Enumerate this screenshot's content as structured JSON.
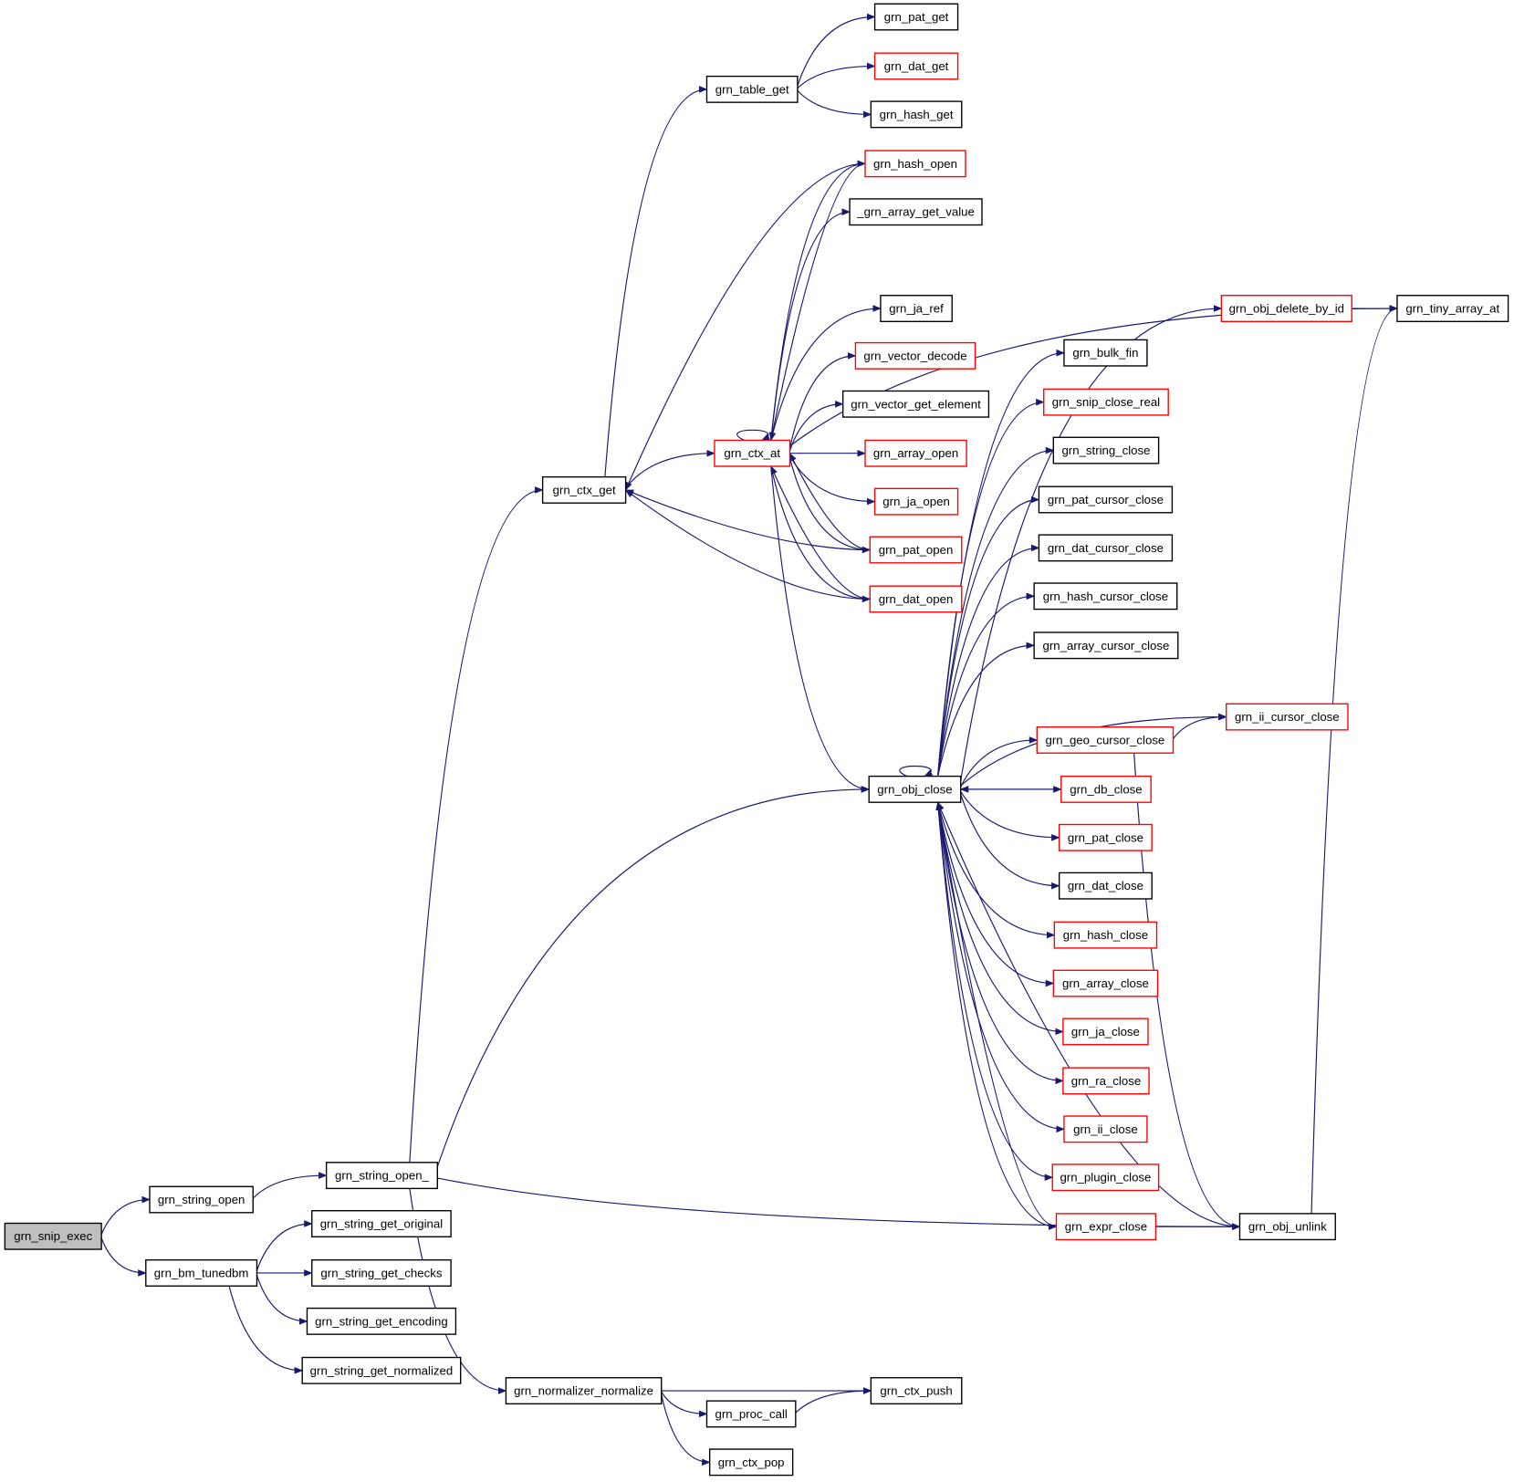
{
  "colors": {
    "edge": "#191970",
    "border_default": "#000000",
    "border_truncated": "#ff0000",
    "root_fill": "#bfbfbf",
    "node_fill": "#ffffff"
  },
  "nodes": [
    {
      "id": "grn_snip_exec",
      "label": "grn_snip_exec",
      "style": "root"
    },
    {
      "id": "grn_string_open",
      "label": "grn_string_open",
      "style": "normal"
    },
    {
      "id": "grn_bm_tunedbm",
      "label": "grn_bm_tunedbm",
      "style": "normal"
    },
    {
      "id": "grn_string_open_",
      "label": "grn_string_open_",
      "style": "normal"
    },
    {
      "id": "grn_string_get_original",
      "label": "grn_string_get_original",
      "style": "normal"
    },
    {
      "id": "grn_string_get_checks",
      "label": "grn_string_get_checks",
      "style": "normal"
    },
    {
      "id": "grn_string_get_encoding",
      "label": "grn_string_get_encoding",
      "style": "normal"
    },
    {
      "id": "grn_string_get_normalized",
      "label": "grn_string_get_normalized",
      "style": "normal"
    },
    {
      "id": "grn_normalizer_normalize",
      "label": "grn_normalizer_normalize",
      "style": "normal"
    },
    {
      "id": "grn_proc_call",
      "label": "grn_proc_call",
      "style": "normal"
    },
    {
      "id": "grn_ctx_pop",
      "label": "grn_ctx_pop",
      "style": "normal"
    },
    {
      "id": "grn_ctx_push",
      "label": "grn_ctx_push",
      "style": "normal"
    },
    {
      "id": "grn_ctx_get",
      "label": "grn_ctx_get",
      "style": "normal"
    },
    {
      "id": "grn_table_get",
      "label": "grn_table_get",
      "style": "normal"
    },
    {
      "id": "grn_pat_get",
      "label": "grn_pat_get",
      "style": "normal"
    },
    {
      "id": "grn_dat_get",
      "label": "grn_dat_get",
      "style": "truncated"
    },
    {
      "id": "grn_hash_get",
      "label": "grn_hash_get",
      "style": "normal"
    },
    {
      "id": "grn_hash_open",
      "label": "grn_hash_open",
      "style": "truncated"
    },
    {
      "id": "_grn_array_get_value",
      "label": "_grn_array_get_value",
      "style": "normal"
    },
    {
      "id": "grn_ja_ref",
      "label": "grn_ja_ref",
      "style": "normal"
    },
    {
      "id": "grn_vector_decode",
      "label": "grn_vector_decode",
      "style": "truncated"
    },
    {
      "id": "grn_vector_get_element",
      "label": "grn_vector_get_element",
      "style": "normal"
    },
    {
      "id": "grn_ctx_at",
      "label": "grn_ctx_at",
      "style": "truncated"
    },
    {
      "id": "grn_array_open",
      "label": "grn_array_open",
      "style": "truncated"
    },
    {
      "id": "grn_ja_open",
      "label": "grn_ja_open",
      "style": "truncated"
    },
    {
      "id": "grn_pat_open",
      "label": "grn_pat_open",
      "style": "truncated"
    },
    {
      "id": "grn_dat_open",
      "label": "grn_dat_open",
      "style": "truncated"
    },
    {
      "id": "grn_obj_close",
      "label": "grn_obj_close",
      "style": "normal"
    },
    {
      "id": "grn_obj_delete_by_id",
      "label": "grn_obj_delete_by_id",
      "style": "truncated"
    },
    {
      "id": "grn_tiny_array_at",
      "label": "grn_tiny_array_at",
      "style": "normal"
    },
    {
      "id": "grn_bulk_fin",
      "label": "grn_bulk_fin",
      "style": "normal"
    },
    {
      "id": "grn_snip_close_real",
      "label": "grn_snip_close_real",
      "style": "truncated"
    },
    {
      "id": "grn_string_close",
      "label": "grn_string_close",
      "style": "normal"
    },
    {
      "id": "grn_pat_cursor_close",
      "label": "grn_pat_cursor_close",
      "style": "normal"
    },
    {
      "id": "grn_dat_cursor_close",
      "label": "grn_dat_cursor_close",
      "style": "normal"
    },
    {
      "id": "grn_hash_cursor_close",
      "label": "grn_hash_cursor_close",
      "style": "normal"
    },
    {
      "id": "grn_array_cursor_close",
      "label": "grn_array_cursor_close",
      "style": "normal"
    },
    {
      "id": "grn_ii_cursor_close",
      "label": "grn_ii_cursor_close",
      "style": "truncated"
    },
    {
      "id": "grn_geo_cursor_close",
      "label": "grn_geo_cursor_close",
      "style": "truncated"
    },
    {
      "id": "grn_db_close",
      "label": "grn_db_close",
      "style": "truncated"
    },
    {
      "id": "grn_pat_close",
      "label": "grn_pat_close",
      "style": "truncated"
    },
    {
      "id": "grn_dat_close",
      "label": "grn_dat_close",
      "style": "normal"
    },
    {
      "id": "grn_hash_close",
      "label": "grn_hash_close",
      "style": "truncated"
    },
    {
      "id": "grn_array_close",
      "label": "grn_array_close",
      "style": "truncated"
    },
    {
      "id": "grn_ja_close",
      "label": "grn_ja_close",
      "style": "truncated"
    },
    {
      "id": "grn_ra_close",
      "label": "grn_ra_close",
      "style": "truncated"
    },
    {
      "id": "grn_ii_close",
      "label": "grn_ii_close",
      "style": "truncated"
    },
    {
      "id": "grn_plugin_close",
      "label": "grn_plugin_close",
      "style": "truncated"
    },
    {
      "id": "grn_expr_close",
      "label": "grn_expr_close",
      "style": "truncated"
    },
    {
      "id": "grn_obj_unlink",
      "label": "grn_obj_unlink",
      "style": "normal"
    }
  ],
  "edges": [
    [
      "grn_snip_exec",
      "grn_string_open"
    ],
    [
      "grn_snip_exec",
      "grn_bm_tunedbm"
    ],
    [
      "grn_string_open",
      "grn_string_open_"
    ],
    [
      "grn_bm_tunedbm",
      "grn_string_get_original"
    ],
    [
      "grn_bm_tunedbm",
      "grn_string_get_checks"
    ],
    [
      "grn_bm_tunedbm",
      "grn_string_get_encoding"
    ],
    [
      "grn_bm_tunedbm",
      "grn_string_get_normalized"
    ],
    [
      "grn_string_open_",
      "grn_ctx_get"
    ],
    [
      "grn_string_open_",
      "grn_obj_close"
    ],
    [
      "grn_string_open_",
      "grn_obj_unlink"
    ],
    [
      "grn_string_open_",
      "grn_normalizer_normalize"
    ],
    [
      "grn_normalizer_normalize",
      "grn_ctx_push"
    ],
    [
      "grn_normalizer_normalize",
      "grn_proc_call"
    ],
    [
      "grn_normalizer_normalize",
      "grn_ctx_pop"
    ],
    [
      "grn_proc_call",
      "grn_ctx_push"
    ],
    [
      "grn_ctx_get",
      "grn_table_get"
    ],
    [
      "grn_ctx_get",
      "grn_ctx_at"
    ],
    [
      "grn_table_get",
      "grn_pat_get"
    ],
    [
      "grn_table_get",
      "grn_dat_get"
    ],
    [
      "grn_table_get",
      "grn_hash_get"
    ],
    [
      "grn_ctx_at",
      "grn_ctx_at"
    ],
    [
      "grn_ctx_at",
      "grn_hash_open"
    ],
    [
      "grn_ctx_at",
      "_grn_array_get_value"
    ],
    [
      "grn_ctx_at",
      "grn_tiny_array_at"
    ],
    [
      "grn_ctx_at",
      "grn_ja_ref"
    ],
    [
      "grn_ctx_at",
      "grn_vector_decode"
    ],
    [
      "grn_ctx_at",
      "grn_vector_get_element"
    ],
    [
      "grn_ctx_at",
      "grn_array_open"
    ],
    [
      "grn_ctx_at",
      "grn_ja_open"
    ],
    [
      "grn_ctx_at",
      "grn_pat_open"
    ],
    [
      "grn_ctx_at",
      "grn_dat_open"
    ],
    [
      "grn_ctx_at",
      "grn_obj_close"
    ],
    [
      "grn_hash_open",
      "grn_ctx_get"
    ],
    [
      "grn_hash_open",
      "grn_ctx_at"
    ],
    [
      "grn_pat_open",
      "grn_ctx_get"
    ],
    [
      "grn_pat_open",
      "grn_ctx_at"
    ],
    [
      "grn_dat_open",
      "grn_ctx_get"
    ],
    [
      "grn_dat_open",
      "grn_ctx_at"
    ],
    [
      "grn_obj_close",
      "grn_obj_close"
    ],
    [
      "grn_obj_close",
      "grn_obj_delete_by_id"
    ],
    [
      "grn_obj_close",
      "grn_bulk_fin"
    ],
    [
      "grn_obj_close",
      "grn_snip_close_real"
    ],
    [
      "grn_obj_close",
      "grn_string_close"
    ],
    [
      "grn_obj_close",
      "grn_pat_cursor_close"
    ],
    [
      "grn_obj_close",
      "grn_dat_cursor_close"
    ],
    [
      "grn_obj_close",
      "grn_hash_cursor_close"
    ],
    [
      "grn_obj_close",
      "grn_array_cursor_close"
    ],
    [
      "grn_obj_close",
      "grn_ii_cursor_close"
    ],
    [
      "grn_obj_close",
      "grn_geo_cursor_close"
    ],
    [
      "grn_obj_close",
      "grn_db_close"
    ],
    [
      "grn_obj_close",
      "grn_pat_close"
    ],
    [
      "grn_obj_close",
      "grn_dat_close"
    ],
    [
      "grn_obj_close",
      "grn_hash_close"
    ],
    [
      "grn_obj_close",
      "grn_array_close"
    ],
    [
      "grn_obj_close",
      "grn_ja_close"
    ],
    [
      "grn_obj_close",
      "grn_ra_close"
    ],
    [
      "grn_obj_close",
      "grn_ii_close"
    ],
    [
      "grn_obj_close",
      "grn_plugin_close"
    ],
    [
      "grn_obj_close",
      "grn_expr_close"
    ],
    [
      "grn_obj_delete_by_id",
      "grn_tiny_array_at"
    ],
    [
      "grn_geo_cursor_close",
      "grn_ii_cursor_close"
    ],
    [
      "grn_geo_cursor_close",
      "grn_obj_unlink"
    ],
    [
      "grn_db_close",
      "grn_obj_close"
    ],
    [
      "grn_expr_close",
      "grn_obj_close"
    ],
    [
      "grn_expr_close",
      "grn_obj_unlink"
    ],
    [
      "grn_obj_unlink",
      "grn_obj_close"
    ],
    [
      "grn_obj_unlink",
      "grn_tiny_array_at"
    ]
  ]
}
